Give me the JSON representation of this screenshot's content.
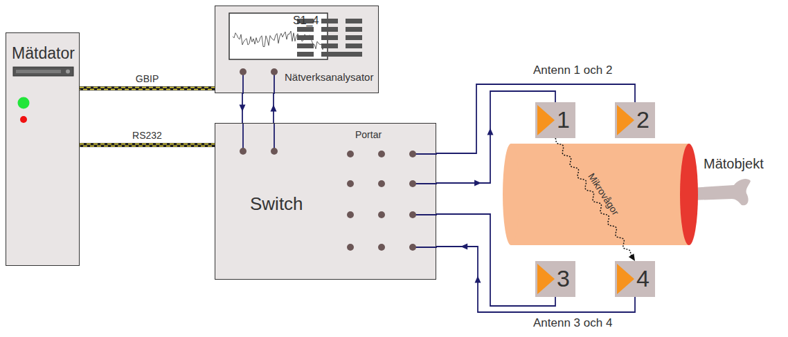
{
  "diagram": {
    "nodes": [
      {
        "text": [
          "Mätdator"
        ]
      },
      {
        "text": [
          "S1_4",
          "Nätverksanalysator"
        ]
      },
      {
        "text": [
          "Switch",
          "Portar"
        ]
      },
      {
        "text": [
          "1"
        ]
      },
      {
        "text": [
          "2"
        ]
      },
      {
        "text": [
          "3"
        ]
      },
      {
        "text": [
          "4"
        ]
      }
    ],
    "edges": [
      {
        "from": 0,
        "to": 1,
        "label": "GBIP",
        "arrow": "none"
      },
      {
        "from": 0,
        "to": 2,
        "label": "RS232",
        "arrow": "none"
      },
      {
        "from": 1,
        "to": 2,
        "arrow": "to"
      },
      {
        "from": 2,
        "to": 1,
        "arrow": "to"
      },
      {
        "from": 2,
        "to": 4,
        "arrow": "none"
      },
      {
        "from": 2,
        "to": 3,
        "arrow": "to"
      },
      {
        "from": 2,
        "to": 5,
        "arrow": "none"
      },
      {
        "from": 6,
        "to": 2,
        "arrow": "to"
      },
      {
        "from": 3,
        "to": 6,
        "label": "Mikrovågor",
        "arrow": "to"
      }
    ],
    "labels": [
      "Antenn 1 och 2",
      "Antenn 3 och 4",
      "Mätobjekt"
    ]
  }
}
